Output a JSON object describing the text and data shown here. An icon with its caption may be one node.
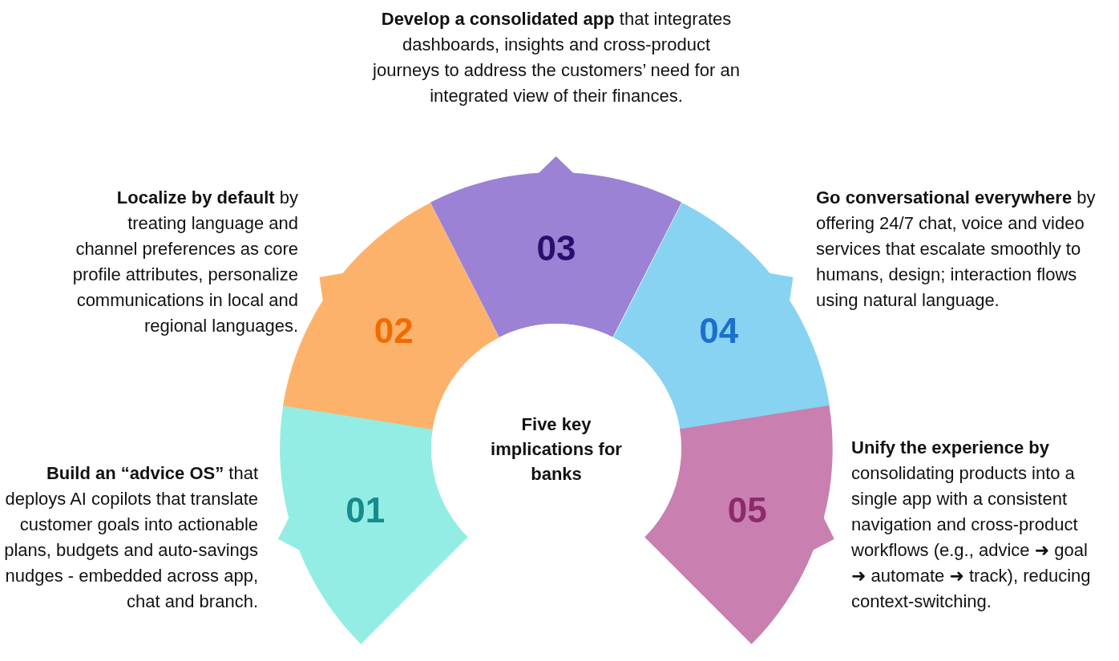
{
  "diagram": {
    "nodes": [
      {
        "text": [
          "01"
        ],
        "beside": [
          "**Build an “advice OS”** that deploys AI copilots that translate customer goals into actionable plans, budgets and auto-savings nudges - embedded across app, chat and branch."
        ]
      },
      {
        "text": [
          "02"
        ],
        "beside": [
          "**Localize by default** by treating language and channel preferences as core profile attributes, personalize communications in local and regional languages."
        ]
      },
      {
        "text": [
          "03"
        ],
        "beside": [
          "**Develop a consolidated app** that integrates dashboards, insights and cross-product journeys to address the customers’ need for an integrated view of their finances."
        ]
      },
      {
        "text": [
          "04"
        ],
        "beside": [
          "**Go conversational everywhere** by offering 24/7 chat, voice and video services that escalate smoothly to humans, design; interaction flows using natural language."
        ]
      },
      {
        "text": [
          "05"
        ],
        "beside": [
          "**Unify the experience by** consolidating products into a single app with a consistent navigation and cross-product workflows (e.g., advice ➜ goal ➜ automate ➜ track), reducing context-switching."
        ]
      },
      {
        "text": [
          "Five key implications for banks"
        ]
      }
    ]
  }
}
